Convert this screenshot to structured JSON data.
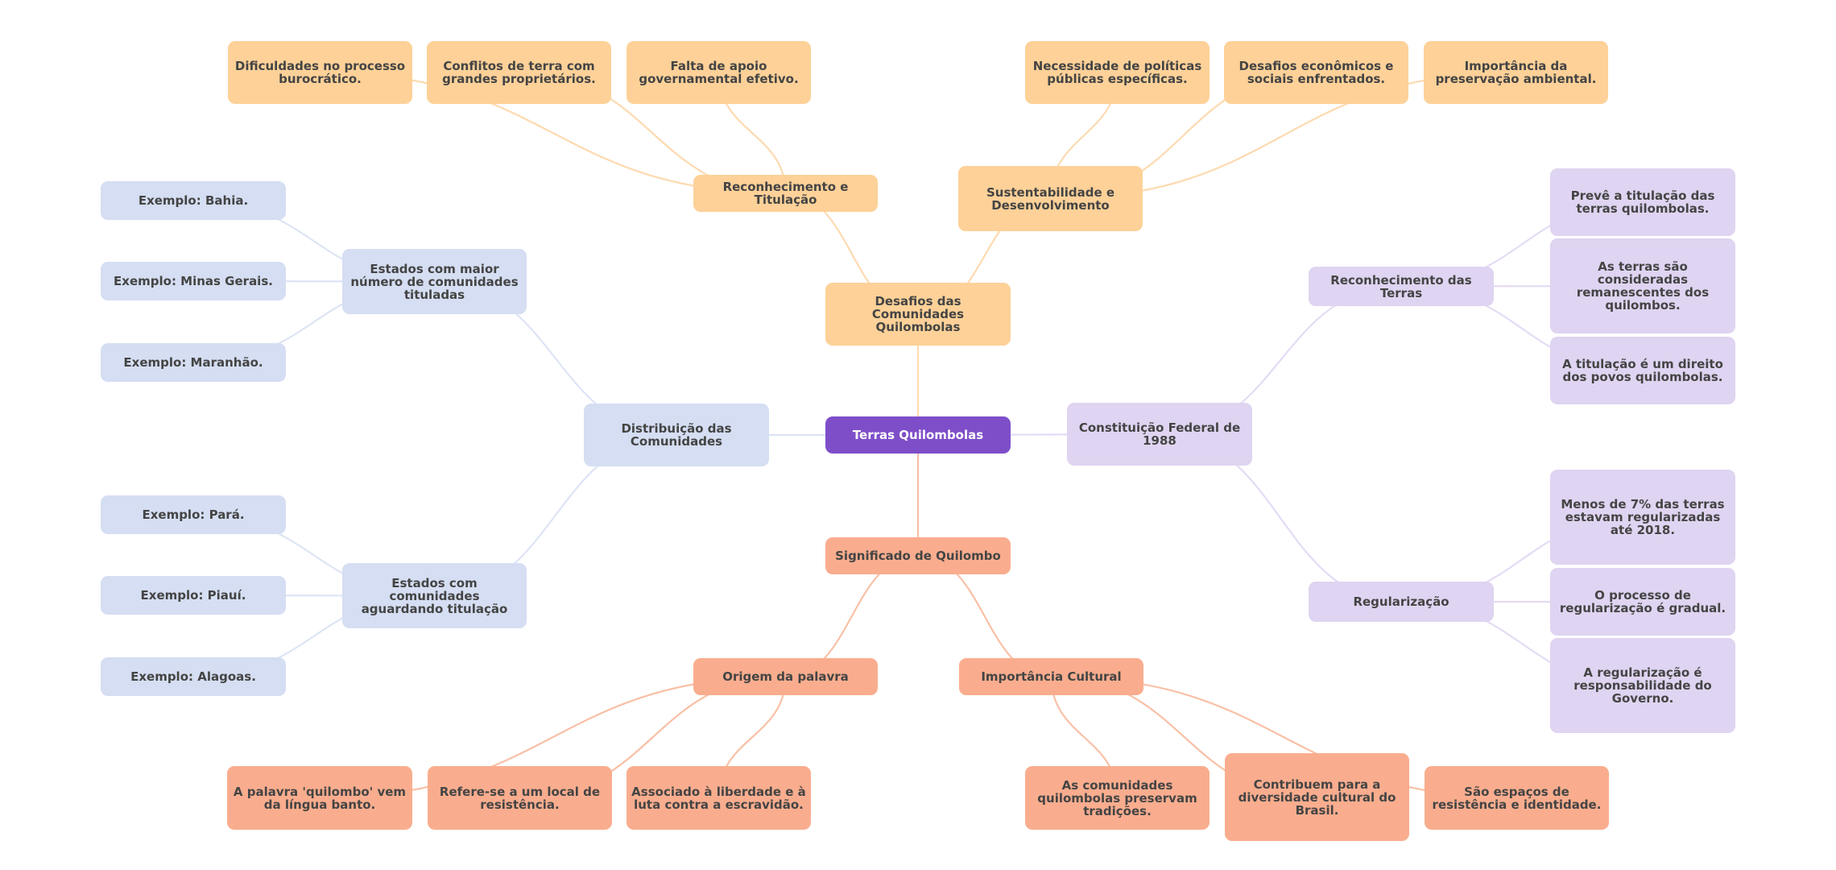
{
  "colors": {
    "root": "#7E4EC9",
    "challenges_branch": "#FDD198",
    "meaning_branch": "#F9AD8E",
    "distribution_branch": "#D5DEF2",
    "constitution_branch": "#DFD4F1",
    "text": "#444444"
  },
  "mindmap": {
    "root": "Terras Quilombolas",
    "desafios": {
      "label": "Desafios das Comunidades Quilombolas",
      "reconhecimento_titulacao": {
        "label": "Reconhecimento e Titulação",
        "children": [
          "Dificuldades no processo burocrático.",
          "Conflitos de terra com grandes proprietários.",
          "Falta de apoio governamental efetivo."
        ]
      },
      "sustentabilidade": {
        "label": "Sustentabilidade e Desenvolvimento",
        "children": [
          "Necessidade de políticas públicas específicas.",
          "Desafios econômicos e sociais enfrentados.",
          "Importância da preservação ambiental."
        ]
      }
    },
    "distribuicao": {
      "label": "Distribuição das Comunidades",
      "estados_maior": {
        "label": "Estados com maior número de comunidades tituladas",
        "children": [
          "Exemplo: Bahia.",
          "Exemplo: Minas Gerais.",
          "Exemplo: Maranhão."
        ]
      },
      "estados_aguardando": {
        "label": "Estados com comunidades aguardando titulação",
        "children": [
          "Exemplo: Pará.",
          "Exemplo: Piauí.",
          "Exemplo: Alagoas."
        ]
      }
    },
    "constituicao": {
      "label": "Constituição Federal de 1988",
      "reconhecimento_terras": {
        "label": "Reconhecimento das Terras",
        "children": [
          "Prevê a titulação das terras quilombolas.",
          "As terras são consideradas remanescentes dos quilombos.",
          "A titulação é um direito dos povos quilombolas."
        ]
      },
      "regularizacao": {
        "label": "Regularização",
        "children": [
          "Menos de 7% das terras estavam regularizadas até 2018.",
          "O processo de regularização é gradual.",
          "A regularização é responsabilidade do Governo."
        ]
      }
    },
    "significado": {
      "label": "Significado de Quilombo",
      "origem": {
        "label": "Origem da palavra",
        "children": [
          "A palavra 'quilombo' vem da língua banto.",
          "Refere-se a um local de resistência.",
          "Associado à liberdade e à luta contra a escravidão."
        ]
      },
      "importancia_cultural": {
        "label": "Importância Cultural",
        "children": [
          "As comunidades quilombolas preservam tradições.",
          "Contribuem para a diversidade cultural do Brasil.",
          "São espaços de resistência e identidade."
        ]
      }
    }
  }
}
